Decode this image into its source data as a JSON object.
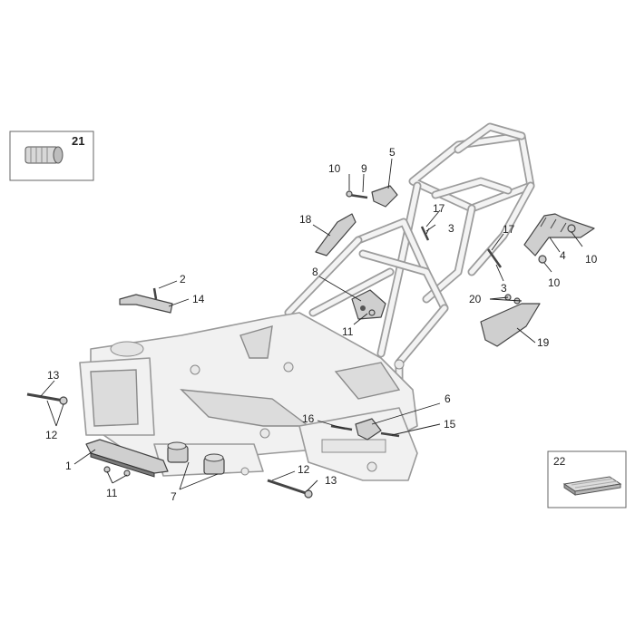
{
  "callouts": [
    {
      "id": "c1",
      "text": "1"
    },
    {
      "id": "c2",
      "text": "2"
    },
    {
      "id": "c3a",
      "text": "3"
    },
    {
      "id": "c3b",
      "text": "3"
    },
    {
      "id": "c4",
      "text": "4"
    },
    {
      "id": "c5",
      "text": "5"
    },
    {
      "id": "c6",
      "text": "6"
    },
    {
      "id": "c7",
      "text": "7"
    },
    {
      "id": "c8",
      "text": "8"
    },
    {
      "id": "c9",
      "text": "9"
    },
    {
      "id": "c10a",
      "text": "10"
    },
    {
      "id": "c10b",
      "text": "10"
    },
    {
      "id": "c10c",
      "text": "10"
    },
    {
      "id": "c11a",
      "text": "11"
    },
    {
      "id": "c11b",
      "text": "11"
    },
    {
      "id": "c12a",
      "text": "12"
    },
    {
      "id": "c12b",
      "text": "12"
    },
    {
      "id": "c13a",
      "text": "13"
    },
    {
      "id": "c13b",
      "text": "13"
    },
    {
      "id": "c14",
      "text": "14"
    },
    {
      "id": "c15",
      "text": "15"
    },
    {
      "id": "c16",
      "text": "16"
    },
    {
      "id": "c17a",
      "text": "17"
    },
    {
      "id": "c17b",
      "text": "17"
    },
    {
      "id": "c18",
      "text": "18"
    },
    {
      "id": "c19",
      "text": "19"
    },
    {
      "id": "c20",
      "text": "20"
    }
  ],
  "inset_boxes": {
    "top_left": {
      "label": "21"
    },
    "bottom_right": {
      "label": "22"
    }
  }
}
